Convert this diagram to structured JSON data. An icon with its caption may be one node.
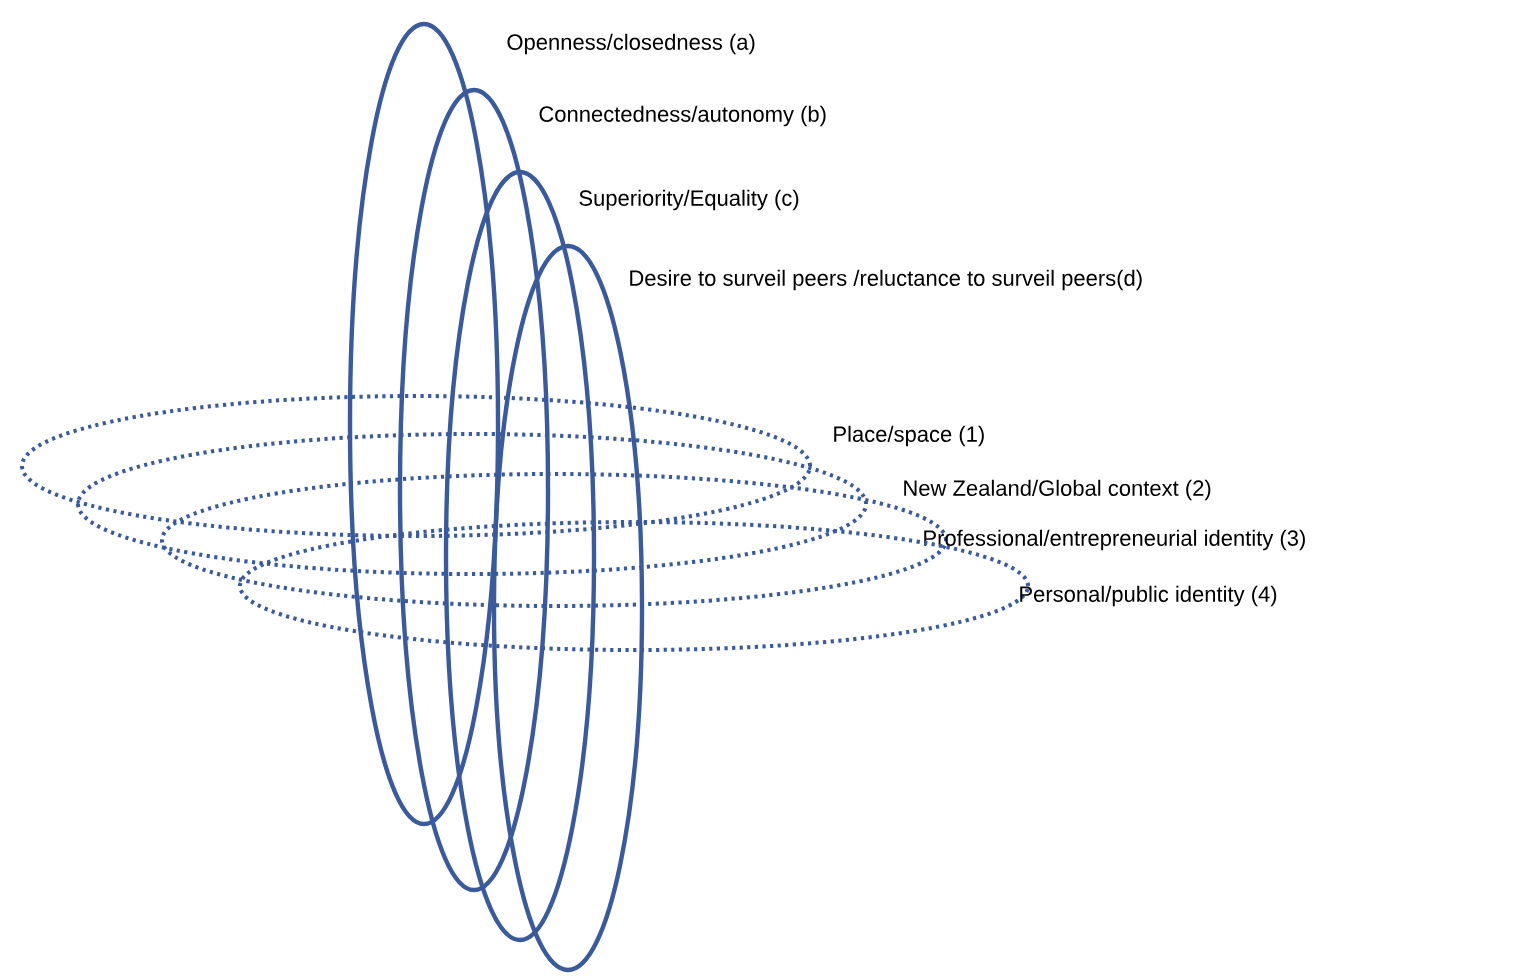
{
  "diagram": {
    "nodes": [
      {
        "text": [
          "Openness/closedness (a)"
        ]
      },
      {
        "text": [
          "Connectedness/autonomy (b)"
        ]
      },
      {
        "text": [
          "Superiority/Equality (c)"
        ]
      },
      {
        "text": [
          "Desire to surveil peers /reluctance to surveil peers(d)"
        ]
      },
      {
        "text": [
          "Place/space (1)"
        ]
      },
      {
        "text": [
          "New Zealand/Global context (2)"
        ]
      },
      {
        "text": [
          "Professional/entrepreneurial identity (3)"
        ]
      },
      {
        "text": [
          "Personal/public identity (4)"
        ]
      }
    ]
  }
}
